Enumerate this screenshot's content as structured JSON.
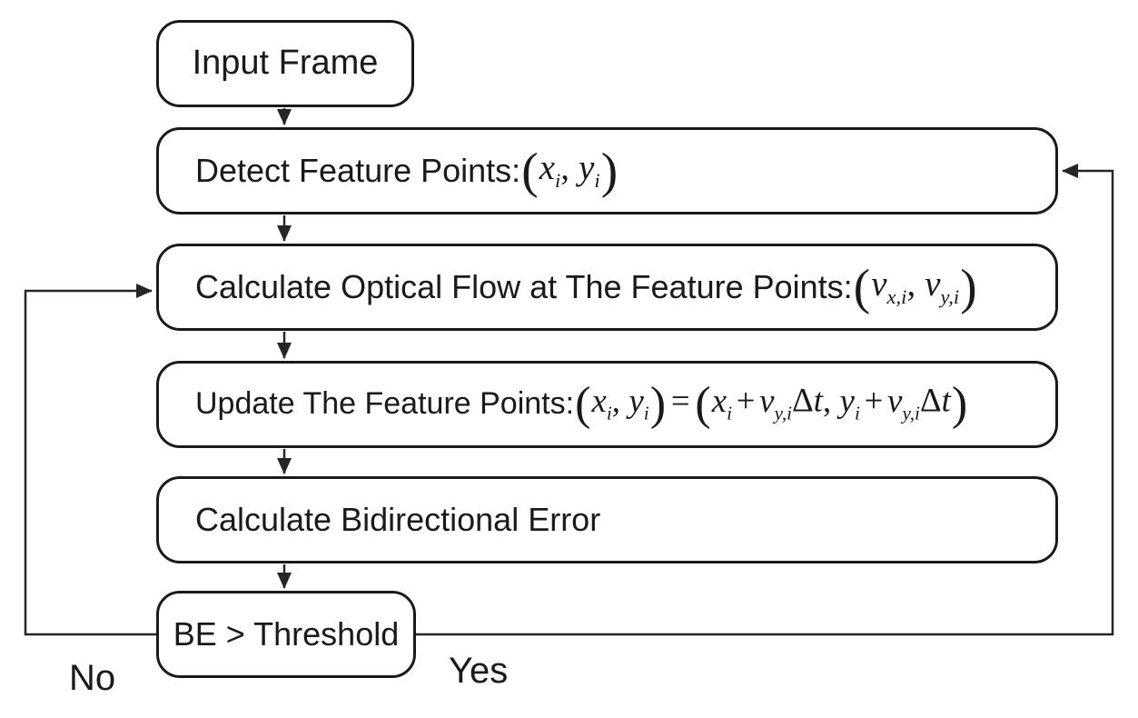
{
  "diagram": {
    "type": "flowchart",
    "colors": {
      "background": "#ffffff",
      "box_border": "#1a1a1a",
      "connector": "#262626",
      "text": "#1a1a1a"
    },
    "nodes": [
      {
        "id": "input-frame",
        "parts": [
          {
            "text": "Input Frame"
          }
        ]
      },
      {
        "id": "detect-feature-points",
        "parts": [
          {
            "text": "Detect Feature Points:"
          },
          {
            "math": [
              {
                "t": "(",
                "k": "p"
              },
              {
                "t": "x",
                "k": "v",
                "sub": "i"
              },
              {
                "t": ",",
                "k": "c"
              },
              {
                "t": "y",
                "k": "v",
                "sub": "i"
              },
              {
                "t": ")",
                "k": "p"
              }
            ]
          }
        ]
      },
      {
        "id": "calculate-optical-flow",
        "parts": [
          {
            "text": "Calculate Optical Flow at The Feature Points: "
          },
          {
            "math": [
              {
                "t": "(",
                "k": "p"
              },
              {
                "t": "v",
                "k": "v",
                "sub": "x,i"
              },
              {
                "t": ",",
                "k": "c"
              },
              {
                "t": "v",
                "k": "v",
                "sub": "y,i"
              },
              {
                "t": ")",
                "k": "p"
              }
            ]
          }
        ]
      },
      {
        "id": "update-feature-points",
        "parts": [
          {
            "text": "Update The Feature Points:"
          },
          {
            "math": [
              {
                "t": "(",
                "k": "p"
              },
              {
                "t": "x",
                "k": "v",
                "sub": "i"
              },
              {
                "t": ",",
                "k": "c"
              },
              {
                "t": "y",
                "k": "v",
                "sub": "i"
              },
              {
                "t": ")",
                "k": "p"
              },
              {
                "t": "=",
                "k": "op"
              },
              {
                "t": "(",
                "k": "p"
              },
              {
                "t": "x",
                "k": "v",
                "sub": "i"
              },
              {
                "t": "+",
                "k": "op"
              },
              {
                "t": "v",
                "k": "v",
                "sub": "y,i"
              },
              {
                "t": "Δ",
                "k": "u"
              },
              {
                "t": "t",
                "k": "v"
              },
              {
                "t": ",",
                "k": "c"
              },
              {
                "t": "y",
                "k": "v",
                "sub": "i"
              },
              {
                "t": "+",
                "k": "op"
              },
              {
                "t": "v",
                "k": "v",
                "sub": "y,i"
              },
              {
                "t": "Δ",
                "k": "u"
              },
              {
                "t": "t",
                "k": "v"
              },
              {
                "t": ")",
                "k": "p"
              }
            ]
          }
        ]
      },
      {
        "id": "calculate-bidirectional-error",
        "parts": [
          {
            "text": "Calculate Bidirectional Error"
          }
        ]
      },
      {
        "id": "be-threshold",
        "parts": [
          {
            "text": "BE > Threshold"
          }
        ]
      }
    ],
    "edges": [
      {
        "from": "input-frame",
        "to": "detect-feature-points",
        "label": ""
      },
      {
        "from": "detect-feature-points",
        "to": "calculate-optical-flow",
        "label": ""
      },
      {
        "from": "calculate-optical-flow",
        "to": "update-feature-points",
        "label": ""
      },
      {
        "from": "update-feature-points",
        "to": "calculate-bidirectional-error",
        "label": ""
      },
      {
        "from": "calculate-bidirectional-error",
        "to": "be-threshold",
        "label": ""
      },
      {
        "from": "be-threshold",
        "to": "calculate-optical-flow",
        "label": "No"
      },
      {
        "from": "be-threshold",
        "to": "detect-feature-points",
        "label": "Yes"
      }
    ]
  }
}
